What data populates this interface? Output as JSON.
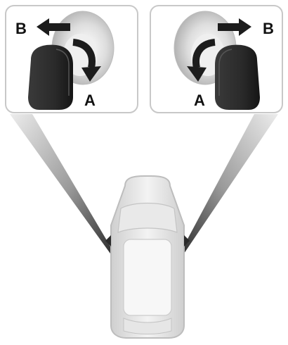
{
  "left_panel": {
    "label_a": "A",
    "label_b": "B"
  },
  "right_panel": {
    "label_a": "A",
    "label_b": "B"
  },
  "colors": {
    "panel_border": "#c8c8c8",
    "beam_light": "#e2e2e2",
    "beam_dark": "#303030",
    "cover_dark": "#2a2a2a",
    "arrow": "#1c1c1c",
    "car_body": "#dcdcdc"
  }
}
